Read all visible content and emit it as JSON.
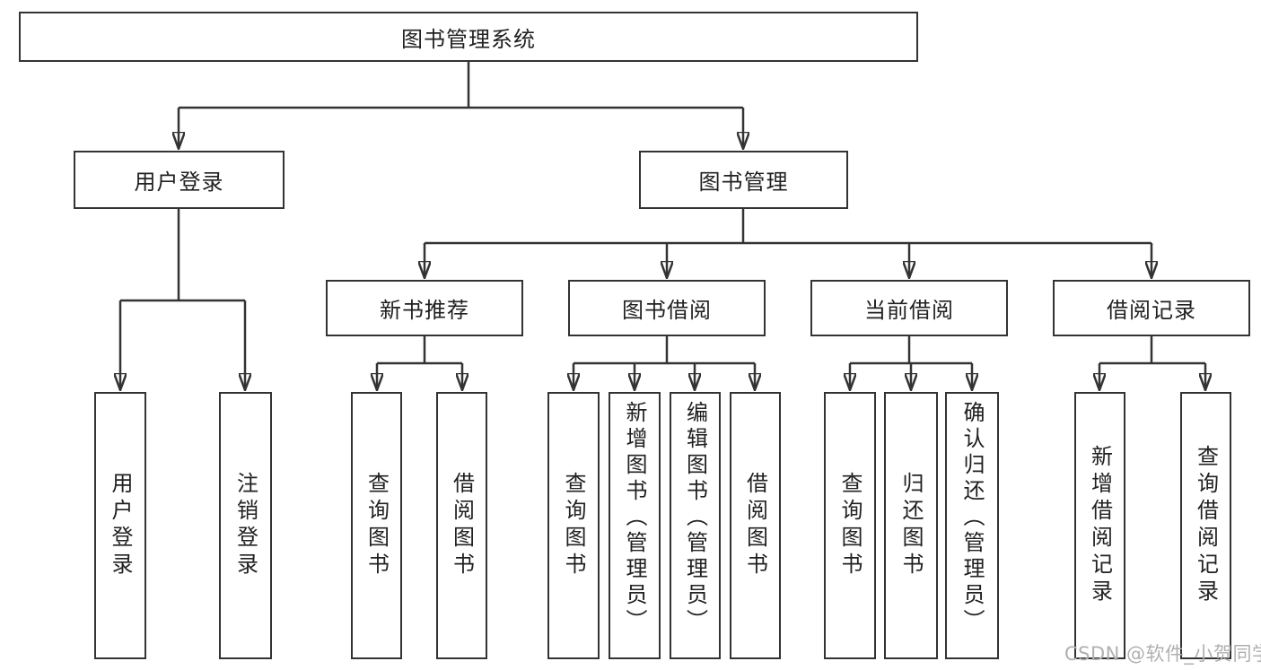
{
  "diagram_title": "图书管理系统",
  "nodes": {
    "root": {
      "label": "图书管理系统"
    },
    "user_login": {
      "label": "用户登录"
    },
    "book_management": {
      "label": "图书管理"
    },
    "new_book_recommendation": {
      "label": "新书推荐"
    },
    "book_borrowing": {
      "label": "图书借阅"
    },
    "current_borrowing": {
      "label": "当前借阅"
    },
    "borrowing_records": {
      "label": "借阅记录"
    },
    "user_login_action": {
      "label": "用户登录"
    },
    "logout_action": {
      "label": "注销登录"
    },
    "query_books_recommend": {
      "label": "查询图书"
    },
    "borrow_books_recommend": {
      "label": "借阅图书"
    },
    "query_books_borrow": {
      "label": "查询图书"
    },
    "add_books_admin": {
      "label": "新增图书（管理员）"
    },
    "edit_books_admin": {
      "label": "编辑图书（管理员）"
    },
    "borrow_books_borrow": {
      "label": "借阅图书"
    },
    "query_books_current": {
      "label": "查询图书"
    },
    "return_books": {
      "label": "归还图书"
    },
    "confirm_return_admin": {
      "label": "确认归还（管理员）"
    },
    "add_borrowing_record": {
      "label": "新增借阅记录"
    },
    "query_borrowing_record": {
      "label": "查询借阅记录"
    }
  },
  "edges": [
    [
      "root",
      "user_login"
    ],
    [
      "root",
      "book_management"
    ],
    [
      "user_login",
      "user_login_action"
    ],
    [
      "user_login",
      "logout_action"
    ],
    [
      "book_management",
      "new_book_recommendation"
    ],
    [
      "book_management",
      "book_borrowing"
    ],
    [
      "book_management",
      "current_borrowing"
    ],
    [
      "book_management",
      "borrowing_records"
    ],
    [
      "new_book_recommendation",
      "query_books_recommend"
    ],
    [
      "new_book_recommendation",
      "borrow_books_recommend"
    ],
    [
      "book_borrowing",
      "query_books_borrow"
    ],
    [
      "book_borrowing",
      "add_books_admin"
    ],
    [
      "book_borrowing",
      "edit_books_admin"
    ],
    [
      "book_borrowing",
      "borrow_books_borrow"
    ],
    [
      "current_borrowing",
      "query_books_current"
    ],
    [
      "current_borrowing",
      "return_books"
    ],
    [
      "current_borrowing",
      "confirm_return_admin"
    ],
    [
      "borrowing_records",
      "add_borrowing_record"
    ],
    [
      "borrowing_records",
      "query_borrowing_record"
    ]
  ],
  "watermark": {
    "text": "CSDN @软件_小贺同学",
    "color": "#b0b0b0"
  },
  "colors": {
    "line": "#333333",
    "box_border": "#333333",
    "text": "#212121",
    "background": "#ffffff"
  }
}
